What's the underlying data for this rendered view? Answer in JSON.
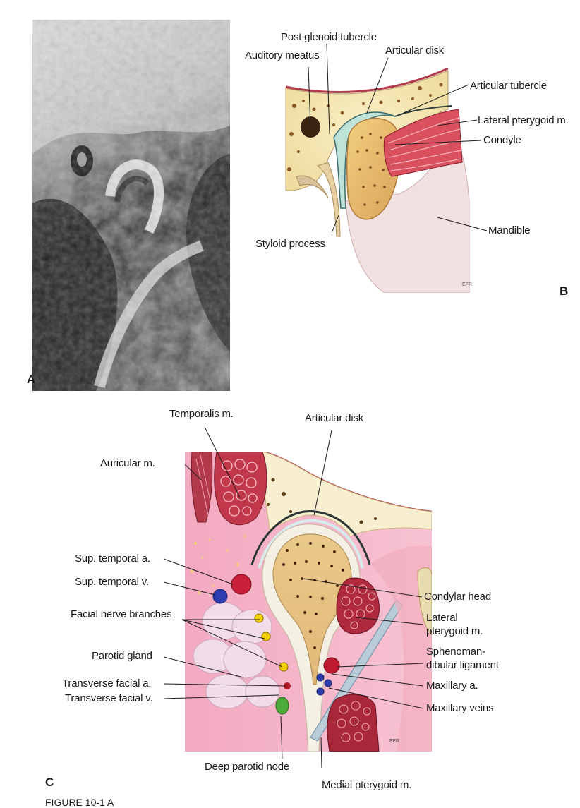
{
  "figure": {
    "panel_letters": {
      "a": "A",
      "b": "B",
      "c": "C"
    },
    "caption_fragment": "FIGURE 10-1  A",
    "artist_initials_b": "EFR",
    "artist_initials_c": "EFR"
  },
  "panel_b": {
    "labels": {
      "post_glenoid": "Post glenoid tubercle",
      "auditory_meatus": "Auditory meatus",
      "articular_disk": "Articular disk",
      "articular_tubercle": "Articular tubercle",
      "lateral_pterygoid": "Lateral pterygoid m.",
      "condyle": "Condyle",
      "mandible": "Mandible",
      "styloid": "Styloid process"
    }
  },
  "panel_c": {
    "labels": {
      "temporalis": "Temporalis m.",
      "articular_disk": "Articular disk",
      "auricular": "Auricular m.",
      "sup_temporal_a": "Sup. temporal a.",
      "sup_temporal_v": "Sup. temporal v.",
      "facial_nerve": "Facial nerve branches",
      "parotid": "Parotid gland",
      "transverse_facial_a": "Transverse facial a.",
      "transverse_facial_v": "Transverse facial v.",
      "deep_parotid": "Deep parotid node",
      "medial_pterygoid": "Medial pterygoid m.",
      "condylar_head": "Condylar head",
      "lateral_pterygoid_1": "Lateral",
      "lateral_pterygoid_2": "pterygoid m.",
      "sphenomandibular_1": "Sphenoman-",
      "sphenomandibular_2": "dibular ligament",
      "maxillary_a": "Maxillary a.",
      "maxillary_veins": "Maxillary veins"
    }
  }
}
